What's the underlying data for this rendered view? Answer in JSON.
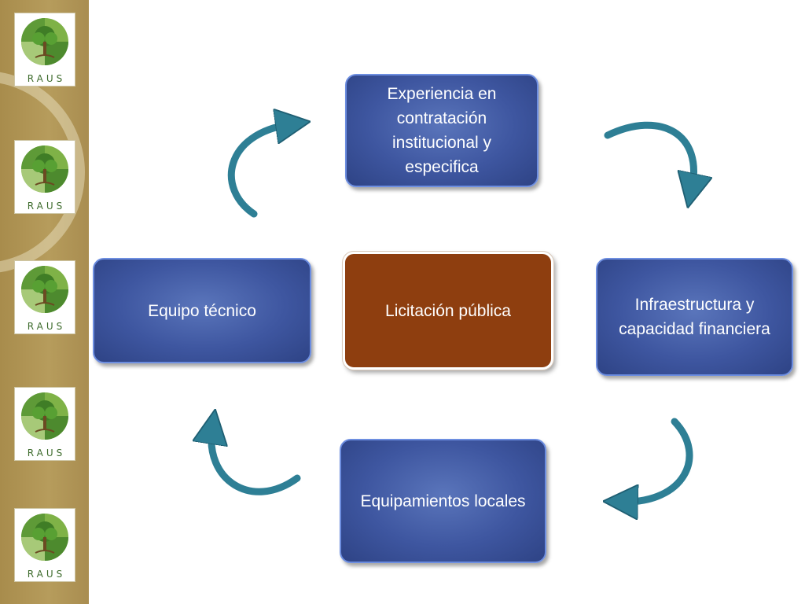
{
  "sidebar": {
    "logos": [
      {
        "text": "RAUS"
      },
      {
        "text": "RAUS"
      },
      {
        "text": "RAUS"
      },
      {
        "text": "RAUS"
      },
      {
        "text": "RAUS"
      }
    ]
  },
  "diagram": {
    "center": "Licitación pública",
    "top": "Experiencia en contratación institucional y especifica",
    "right": "Infraestructura y capacidad financiera",
    "bottom": "Equipamientos locales",
    "left": "Equipo técnico"
  },
  "colors": {
    "box_fill": "#3e56a0",
    "box_border": "#6d8ee0",
    "center_fill": "#8e3e0f",
    "arrow": "#2e7f95",
    "sidebar": "#b69c5c",
    "logo_green": "#3d6b2c"
  }
}
